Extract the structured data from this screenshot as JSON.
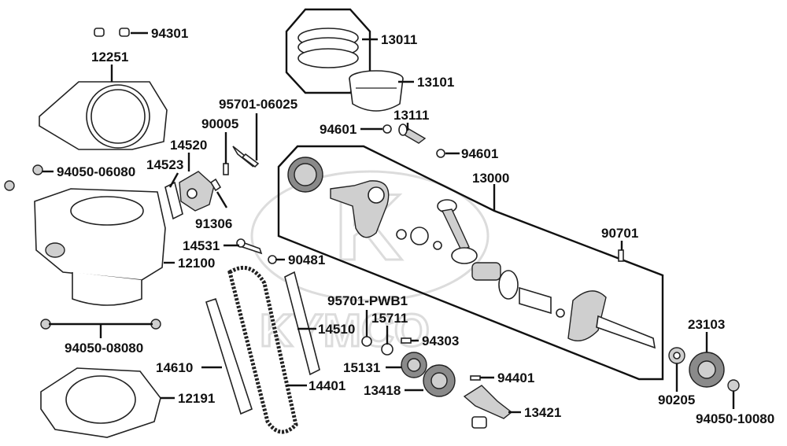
{
  "watermark": {
    "brand": "KYMCO",
    "logo_letter": "K"
  },
  "labels": [
    {
      "id": "94301",
      "text": "94301"
    },
    {
      "id": "12251",
      "text": "12251"
    },
    {
      "id": "94050_06080",
      "text": "94050-06080"
    },
    {
      "id": "12100",
      "text": "12100"
    },
    {
      "id": "94050_08080",
      "text": "94050-08080"
    },
    {
      "id": "12191",
      "text": "12191"
    },
    {
      "id": "14520",
      "text": "14520"
    },
    {
      "id": "14523",
      "text": "14523"
    },
    {
      "id": "90005",
      "text": "90005"
    },
    {
      "id": "95701_06025",
      "text": "95701-06025"
    },
    {
      "id": "91306",
      "text": "91306"
    },
    {
      "id": "14531",
      "text": "14531"
    },
    {
      "id": "90481",
      "text": "90481"
    },
    {
      "id": "14610",
      "text": "14610"
    },
    {
      "id": "14510",
      "text": "14510"
    },
    {
      "id": "14401",
      "text": "14401"
    },
    {
      "id": "13011",
      "text": "13011"
    },
    {
      "id": "13101",
      "text": "13101"
    },
    {
      "id": "13111",
      "text": "13111"
    },
    {
      "id": "94601_a",
      "text": "94601"
    },
    {
      "id": "94601_b",
      "text": "94601"
    },
    {
      "id": "13000",
      "text": "13000"
    },
    {
      "id": "90701",
      "text": "90701"
    },
    {
      "id": "95701_PWB1",
      "text": "95701-PWB1"
    },
    {
      "id": "15711",
      "text": "15711"
    },
    {
      "id": "94303",
      "text": "94303"
    },
    {
      "id": "15131",
      "text": "15131"
    },
    {
      "id": "13418",
      "text": "13418"
    },
    {
      "id": "94401",
      "text": "94401"
    },
    {
      "id": "13421",
      "text": "13421"
    },
    {
      "id": "23103",
      "text": "23103"
    },
    {
      "id": "90205",
      "text": "90205"
    },
    {
      "id": "94050_10080",
      "text": "94050-10080"
    }
  ]
}
